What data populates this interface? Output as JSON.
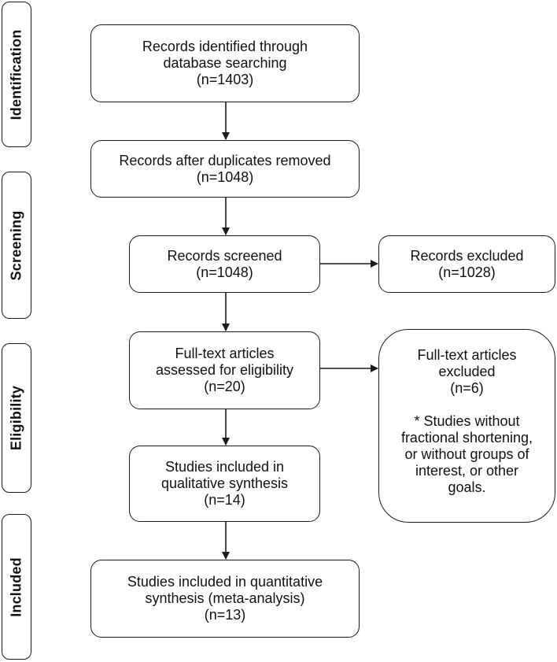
{
  "phases": {
    "identification": "Identification",
    "screening": "Screening",
    "eligibility": "Eligibility",
    "included": "Included"
  },
  "boxes": {
    "identified": [
      "Records identified through",
      "database searching",
      "(n=1403)"
    ],
    "duplicates_removed": [
      "Records after duplicates removed",
      "(n=1048)"
    ],
    "screened": [
      "Records screened",
      "(n=1048)"
    ],
    "excluded": [
      "Records excluded",
      "(n=1028)"
    ],
    "fulltext_assessed": [
      "Full-text articles",
      "assessed for eligibility",
      "(n=20)"
    ],
    "fulltext_excluded": [
      "Full-text articles",
      "excluded",
      "(n=6)"
    ],
    "fulltext_excluded_reasons": [
      "* Studies without",
      "fractional shortening,",
      "or without groups of",
      "interest, or other",
      "goals."
    ],
    "qualitative": [
      "Studies included in",
      "qualitative synthesis",
      "(n=14)"
    ],
    "quantitative": [
      "Studies included in quantitative",
      "synthesis (meta-analysis)",
      "(n=13)"
    ]
  },
  "colors": {
    "stroke": "#1a1a1a",
    "background": "#ffffff",
    "text": "#111111"
  }
}
